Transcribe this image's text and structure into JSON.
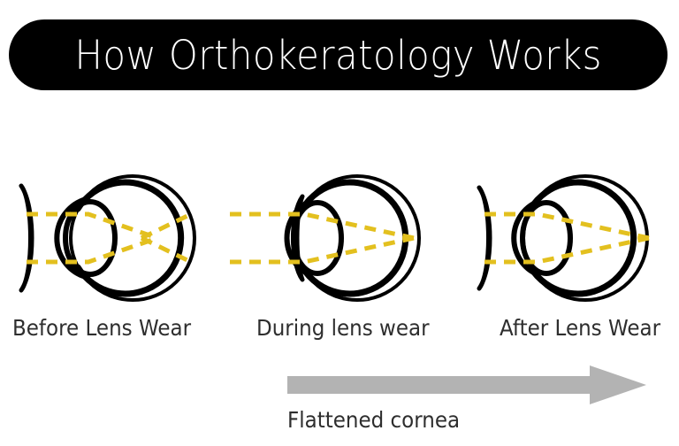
{
  "header": {
    "title": "How Orthokeratology Works",
    "banner_background": "#000000",
    "title_color": "#ffffff"
  },
  "diagram": {
    "stroke_color": "#000000",
    "ray_color": "#e3c01f",
    "stages": [
      {
        "id": "before",
        "label": "Before Lens Wear",
        "cornea_shape": "steep-bulging",
        "contact_lens": "detached-in-front-of-eye",
        "focal_point": "in-front-of-retina"
      },
      {
        "id": "during",
        "label": "During lens wear",
        "cornea_shape": "compressed-by-lens",
        "contact_lens": "seated-on-cornea",
        "focal_point": "on-retina"
      },
      {
        "id": "after",
        "label": "After Lens Wear",
        "cornea_shape": "flattened",
        "contact_lens": "removed-held-in-front",
        "focal_point": "on-retina"
      }
    ]
  },
  "footer": {
    "arrow_label": "Flattened cornea",
    "arrow_color": "#b3b3b3",
    "arrow_direction": "right",
    "caption_color": "#2e2e2e"
  }
}
